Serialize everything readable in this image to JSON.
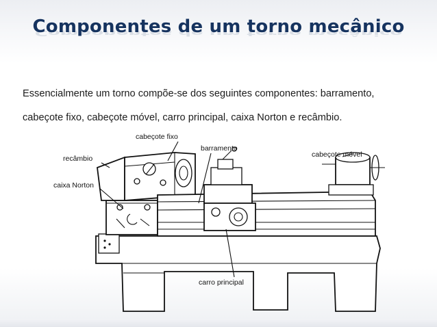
{
  "slide": {
    "title": "Componentes de um torno mecânico",
    "body_lines": [
      "Essencialmente um torno compõe-se dos seguintes componentes: barramento,",
      "cabeçote fixo, cabeçote móvel, carro principal, caixa Norton e recâmbio."
    ]
  },
  "diagram": {
    "labels": {
      "cabecote_fixo": "cabeçote fixo",
      "barramento": "barramento",
      "cabecote_movel": "cabeçote móvel",
      "recambio": "recâmbio",
      "caixa_norton": "caixa Norton",
      "carro_principal": "carro principal"
    }
  }
}
